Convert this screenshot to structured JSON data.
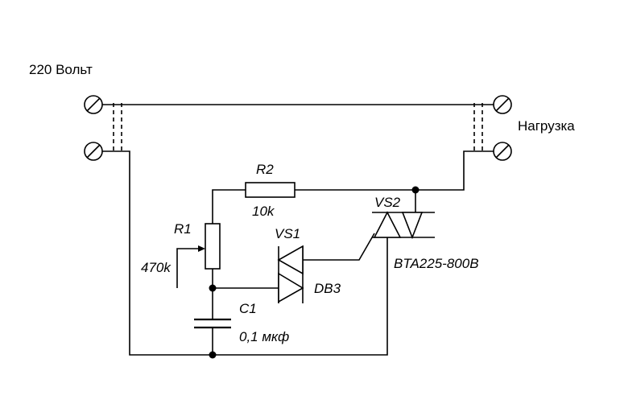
{
  "labels": {
    "supply": "220 Вольт",
    "load": "Нагрузка",
    "r2_ref": "R2",
    "r2_value": "10k",
    "r1_ref": "R1",
    "r1_value": "470k",
    "vs1_ref": "VS1",
    "vs1_part": "DB3",
    "vs2_ref": "VS2",
    "vs2_part": "BTA225-800B",
    "c1_ref": "C1",
    "c1_value": "0,1 мкф"
  },
  "colors": {
    "ink": "#000000",
    "background": "#ffffff"
  }
}
